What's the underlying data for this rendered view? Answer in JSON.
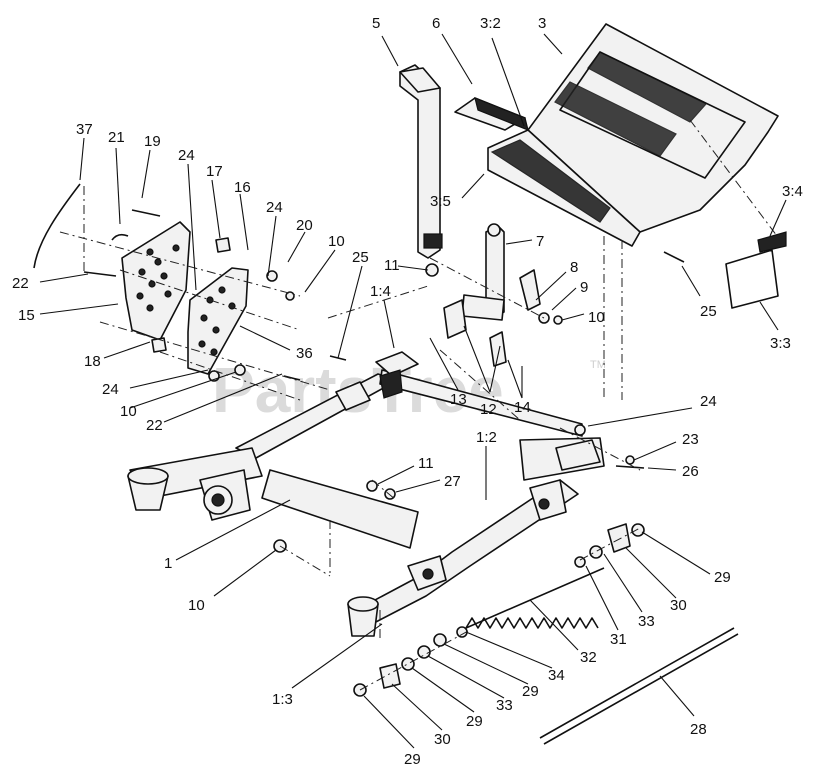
{
  "watermark": {
    "text": "PartsTree",
    "tm": "TM"
  },
  "callouts": {
    "c37": "37",
    "c21": "21",
    "c19": "19",
    "c24a": "24",
    "c17": "17",
    "c16": "16",
    "c24b": "24",
    "c20": "20",
    "c10a": "10",
    "c22a": "22",
    "c15": "15",
    "c18": "18",
    "c36": "36",
    "c24c": "24",
    "c10b": "10",
    "c22b": "22",
    "c25a": "25",
    "c1_4": "1:4",
    "c11a": "11",
    "c5": "5",
    "c6": "6",
    "c3_2": "3:2",
    "c3": "3",
    "c3_5": "3:5",
    "c7": "7",
    "c8": "8",
    "c9": "9",
    "c10c": "10",
    "c3_4": "3:4",
    "c25b": "25",
    "c3_3": "3:3",
    "c13": "13",
    "c12": "12",
    "c14": "14",
    "c24d": "24",
    "c1_2": "1:2",
    "c23": "23",
    "c26": "26",
    "c11b": "11",
    "c27": "27",
    "c1": "1",
    "c10d": "10",
    "c29a": "29",
    "c30a": "30",
    "c33a": "33",
    "c31": "31",
    "c32": "32",
    "c34": "34",
    "c29b": "29",
    "c33b": "33",
    "c29c": "29",
    "c30b": "30",
    "c29d": "29",
    "c1_3": "1:3",
    "c28": "28"
  }
}
